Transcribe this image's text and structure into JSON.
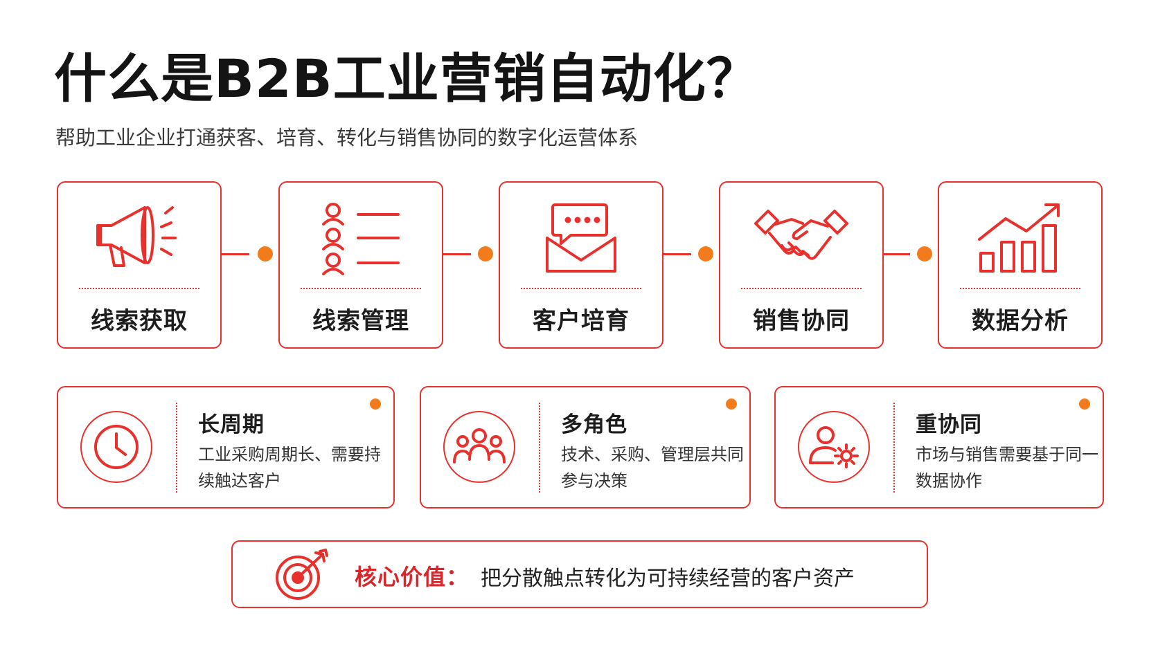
{
  "header": {
    "title": "什么是B2B工业营销自动化？",
    "subtitle": "帮助工业企业打通获客、培育、转化与销售协同的数字化运营体系"
  },
  "process": [
    {
      "label": "线索获取",
      "icon": "megaphone-icon"
    },
    {
      "label": "线索管理",
      "icon": "contact-list-icon"
    },
    {
      "label": "客户培育",
      "icon": "message-envelope-icon"
    },
    {
      "label": "销售协同",
      "icon": "handshake-icon"
    },
    {
      "label": "数据分析",
      "icon": "growth-chart-icon"
    }
  ],
  "features": [
    {
      "title": "长周期",
      "desc": "工业采购周期长、需要持续触达客户",
      "icon": "clock-icon"
    },
    {
      "title": "多角色",
      "desc": "技术、采购、管理层共同参与决策",
      "icon": "people-group-icon"
    },
    {
      "title": "重协同",
      "desc": "市场与销售需要基于同一数据协作",
      "icon": "user-gear-icon"
    }
  ],
  "core": {
    "label": "核心价值：",
    "text": "把分散触点转化为可持续经营的客户资产",
    "icon": "target-arrow-icon"
  },
  "colors": {
    "accent": "#e8302c",
    "dot": "#f27c1c",
    "core_label": "#d8262a"
  }
}
